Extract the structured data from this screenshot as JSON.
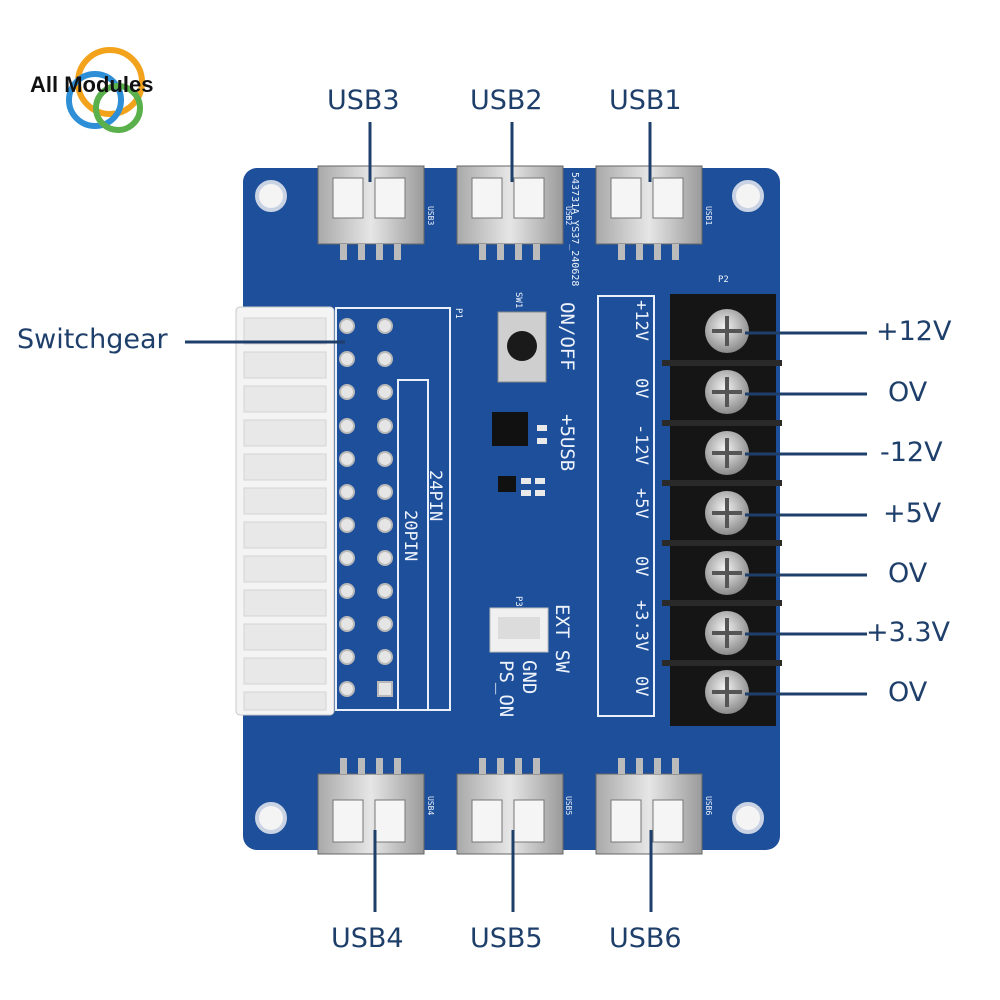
{
  "brand": {
    "logo_text": "All Modules"
  },
  "callouts": {
    "usb1": "USB1",
    "usb2": "USB2",
    "usb3": "USB3",
    "usb4": "USB4",
    "usb5": "USB5",
    "usb6": "USB6",
    "switchgear": "Switchgear",
    "v_plus12": "+12V",
    "v_0a": "OV",
    "v_minus12": "-12V",
    "v_plus5": "+5V",
    "v_0b": "OV",
    "v_plus33": "+3.3V",
    "v_0c": "OV"
  },
  "silkscreen": {
    "on_off": "ON/OFF",
    "plus5usb": "+5USB",
    "pin24": "24PIN",
    "pin20": "20PIN",
    "ext_sw": "EXT SW",
    "gnd": "GND",
    "ps_on": "PS_ON",
    "board_id": "543731A_YS37_240628",
    "rail_labels": [
      "+12V",
      "0V",
      "-12V",
      "+5V",
      "0V",
      "+3.3V",
      "0V"
    ],
    "conn_p1": "P1",
    "conn_p2": "P2",
    "conn_p3": "P3",
    "conn_sw": "SW1",
    "usb_refs": [
      "USB1",
      "USB2",
      "USB3",
      "USB4",
      "USB5",
      "USB6"
    ]
  },
  "colors": {
    "pcb": "#1d4f9a",
    "label": "#1f3f6b",
    "terminal": "#151515"
  }
}
